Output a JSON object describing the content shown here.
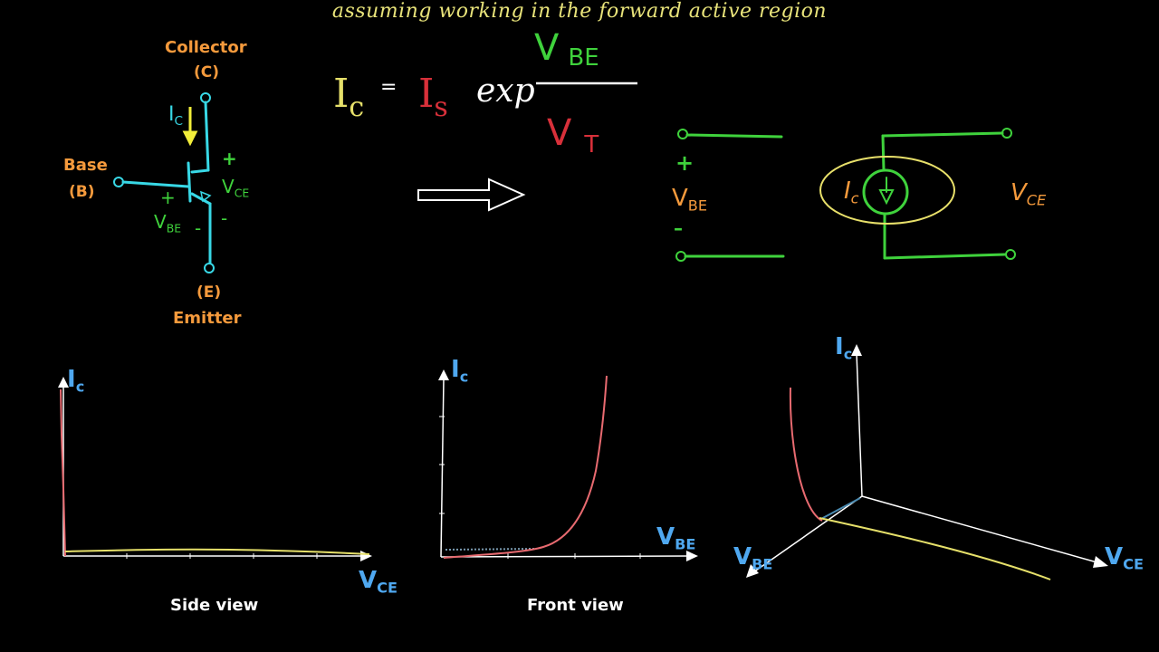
{
  "title": "assuming working in the forward active region",
  "colors": {
    "title": "#e8e37a",
    "orange": "#f59a3c",
    "cyan": "#38d8e6",
    "green": "#3fd23c",
    "yellow": "#f2ee3a",
    "red": "#d8303a",
    "blue": "#4fa8f0",
    "pink": "#e86a70",
    "yellow_curve": "#e6e06a",
    "ellipse": "#e8e06a"
  },
  "transistor": {
    "collector_label": "Collector",
    "collector_letter": "(C)",
    "base_label": "Base",
    "base_letter": "(B)",
    "emitter_letter": "(E)",
    "emitter_label": "Emitter",
    "ic_main": "I",
    "ic_sub": "C",
    "vce_main": "V",
    "vce_sub": "CE",
    "vbe_main": "V",
    "vbe_sub": "BE",
    "plus": "+",
    "minus": "-"
  },
  "equation": {
    "ic_main": "I",
    "ic_sub": "c",
    "equals": "=",
    "is_main": "I",
    "is_sub": "s",
    "exp": "exp",
    "num_main": "V",
    "num_sub": "BE",
    "den_main": "V",
    "den_sub": "T"
  },
  "model": {
    "plus": "+",
    "minus": "–",
    "vbe_main": "V",
    "vbe_sub": "BE",
    "ic_main": "I",
    "ic_sub": "c",
    "vce_main": "V",
    "vce_sub": "CE"
  },
  "graphs": {
    "side": {
      "y_main": "I",
      "y_sub": "c",
      "x_main": "V",
      "x_sub": "CE",
      "caption": "Side view"
    },
    "front": {
      "y_main": "I",
      "y_sub": "c",
      "x_main": "V",
      "x_sub": "BE",
      "caption": "Front view"
    },
    "three_d": {
      "y_main": "I",
      "y_sub": "c",
      "x_main": "V",
      "x_sub": "BE",
      "z_main": "V",
      "z_sub": "CE"
    }
  }
}
